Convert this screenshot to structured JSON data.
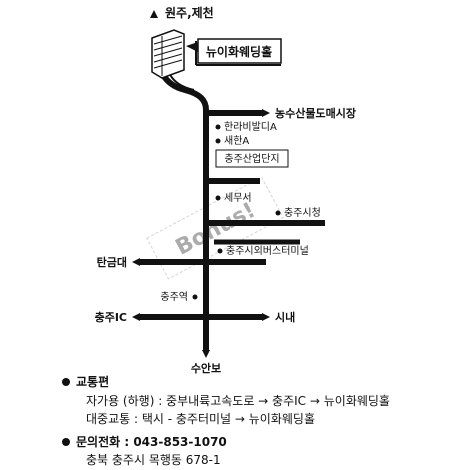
{
  "map": {
    "north_label": "원주,제천",
    "south_label": "수안보",
    "venue": "뉴이화웨딩홀",
    "places": {
      "market": "농수산물도매시장",
      "halla": "한라비발디A",
      "saehan": "새한A",
      "industrial": "충주산업단지",
      "tax_office": "세무서",
      "city_hall": "충주시청",
      "bus_terminal": "충주시외버스터미널",
      "tangeumdae": "탄금대",
      "station": "충주역",
      "ic": "충주IC",
      "downtown": "시내"
    },
    "watermark": "Bonus!"
  },
  "info": {
    "traffic_heading": "교통편",
    "car_line": "자가용 (하행) : 중부내륙고속도로 → 충주IC → 뉴이화웨딩홀",
    "public_line": "대중교통 : 택시 - 충주터미널 → 뉴이화웨딩홀",
    "contact_heading": "문의전화 : 043-853-1070",
    "address": "충북 충주시 목행동 678-1"
  }
}
